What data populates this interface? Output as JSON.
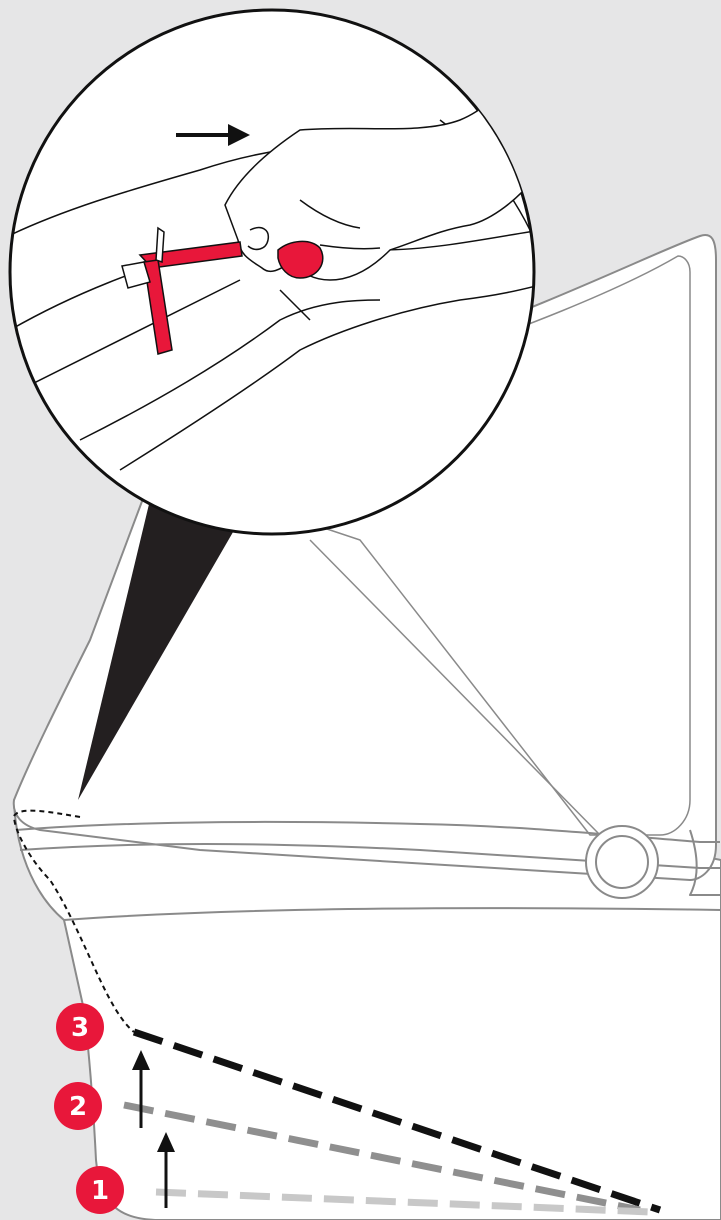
{
  "colors": {
    "background": "#e6e6e7",
    "accent_red": "#e8173a",
    "outline": "#8a8a8a",
    "line_dark": "#111111",
    "line_mid": "#8f8f8f",
    "line_light": "#c8c8c8"
  },
  "icons": {
    "pull_arrow": "arrow-right-icon",
    "raise_arrows": "arrow-up-icon"
  },
  "steps": [
    {
      "label": "1"
    },
    {
      "label": "2"
    },
    {
      "label": "3"
    }
  ]
}
